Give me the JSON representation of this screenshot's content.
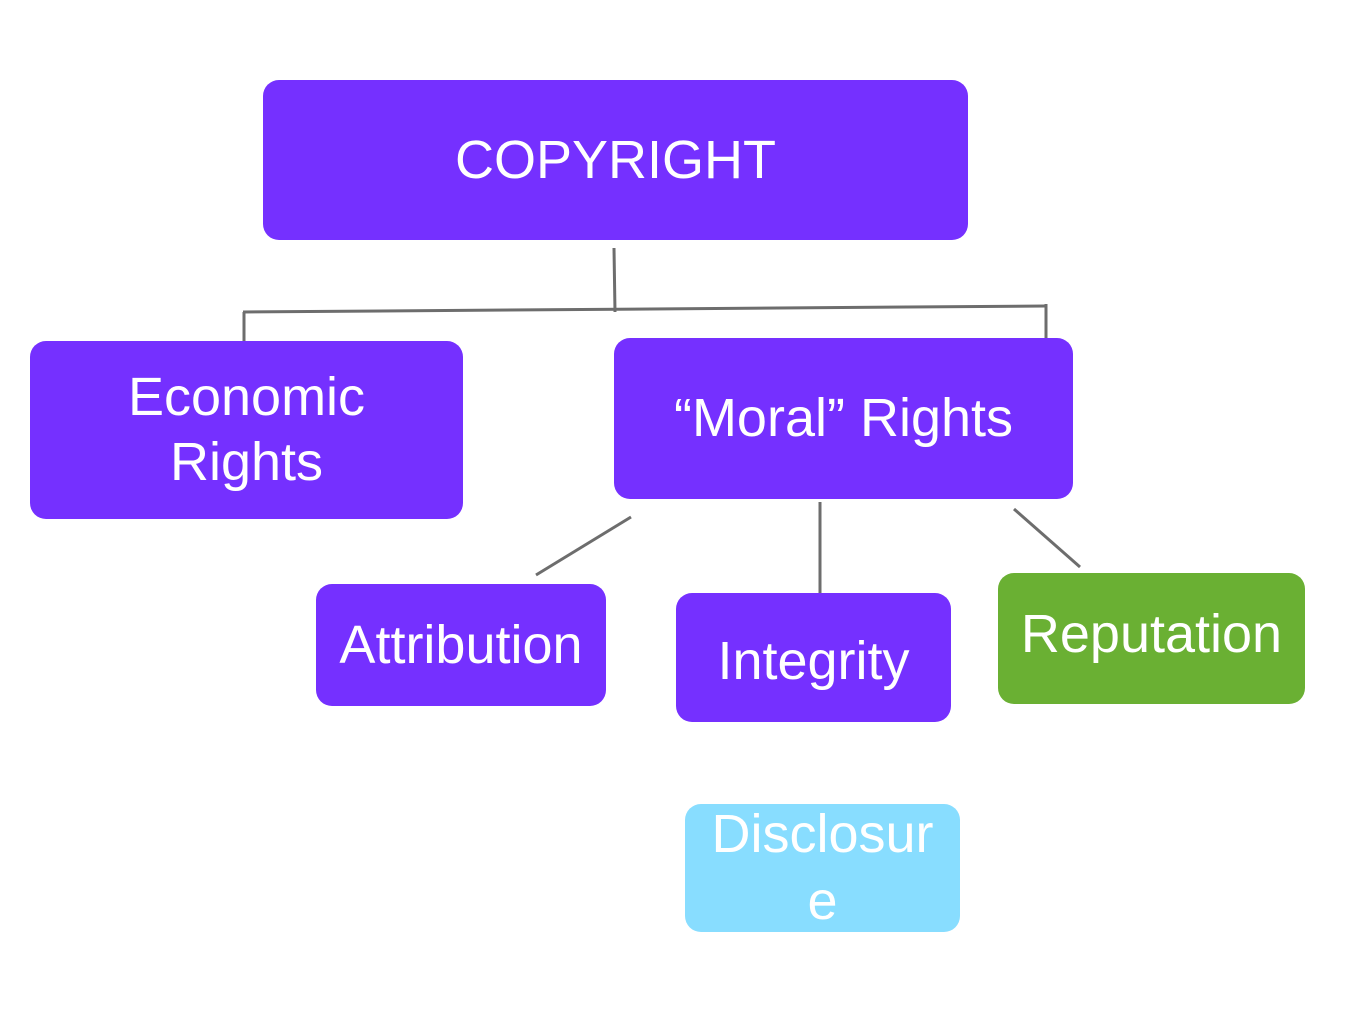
{
  "colors": {
    "primary": "#7530ff",
    "reputation": "#6ab033",
    "disclosure": "#88ddff",
    "connector": "#6d6d6d"
  },
  "nodes": {
    "copyright": "COPYRIGHT",
    "economic": "Economic Rights",
    "moral": "“Moral” Rights",
    "attribution": "Attribution",
    "integrity": "Integrity",
    "reputation": "Reputation",
    "disclosure": "Disclosure"
  }
}
